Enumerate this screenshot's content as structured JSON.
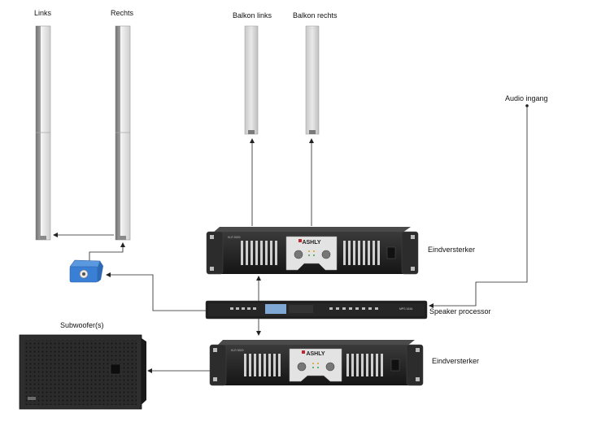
{
  "labels": {
    "links": "Links",
    "rechts": "Rechts",
    "balkon_links": "Balkon links",
    "balkon_rechts": "Balkon rechts",
    "audio_ingang": "Audio ingang",
    "eindversterker_top": "Eindversterker",
    "speaker_processor": "Speaker processor",
    "eindversterker_bottom": "Eindversterker",
    "subwoofers": "Subwoofer(s)"
  },
  "devices": {
    "amp_brand": "ASHLY",
    "amp_model": "KLR 5000",
    "processor_model": "MPS 1616"
  },
  "colors": {
    "wire": "#222222",
    "amp_body": "#1c1c1c",
    "amp_panel": "#e3e3e3",
    "speaker_white": "#f4f4f4",
    "speaker_grey": "#bdbdbd",
    "sub_body": "#2a2a2a",
    "adapter_blue": "#3a7fd6",
    "brand_red": "#c0282d"
  }
}
